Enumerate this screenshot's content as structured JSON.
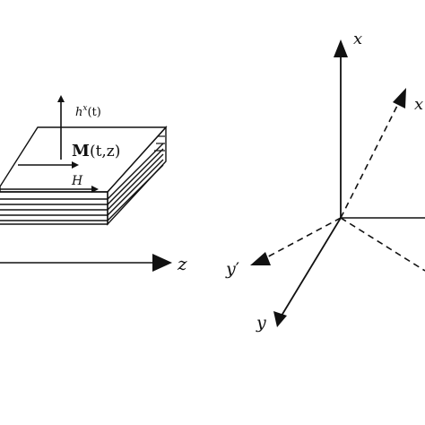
{
  "left_figure": {
    "labels": {
      "hx": "h",
      "hx_sup": "x",
      "hx_arg": "(t)",
      "magnetization_main": "M",
      "magnetization_arg": "(t,z)",
      "field": "H",
      "z_axis": "z"
    }
  },
  "right_figure": {
    "labels": {
      "x_axis": "x",
      "x_prime_axis": "x",
      "y_prime_axis": "y",
      "y_prime_mark": "′",
      "y_axis": "y"
    }
  },
  "colors": {
    "ink": "#111111",
    "slab_face": "#ffffff"
  }
}
